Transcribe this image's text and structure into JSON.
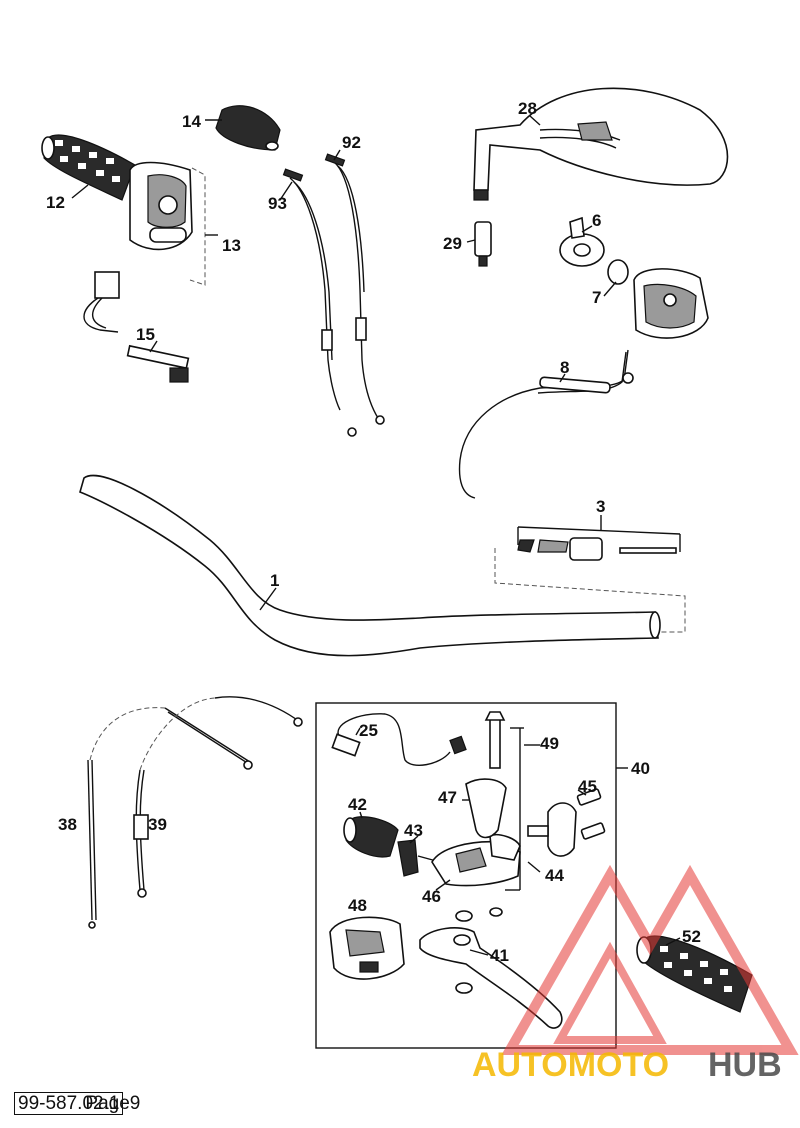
{
  "labels": {
    "p1": "1",
    "p3": "3",
    "p6": "6",
    "p7": "7",
    "p8": "8",
    "p12": "12",
    "p13": "13",
    "p14": "14",
    "p15": "15",
    "p25": "25",
    "p28": "28",
    "p29": "29",
    "p38": "38",
    "p39": "39",
    "p40": "40",
    "p41": "41",
    "p42": "42",
    "p43": "43",
    "p44": "44",
    "p45": "45",
    "p46": "46",
    "p47": "47",
    "p48": "48",
    "p49": "49",
    "p52": "52",
    "p92": "92",
    "p93": "93"
  },
  "watermark": {
    "text_a": "AUTOMOTO",
    "text_b": "HUB",
    "color_a": "#f5b800",
    "color_b": "#4a4a4a",
    "logo_color": "#e53935"
  },
  "footer": {
    "doc_code": "99-587.02.1",
    "page_label": "Page9"
  }
}
